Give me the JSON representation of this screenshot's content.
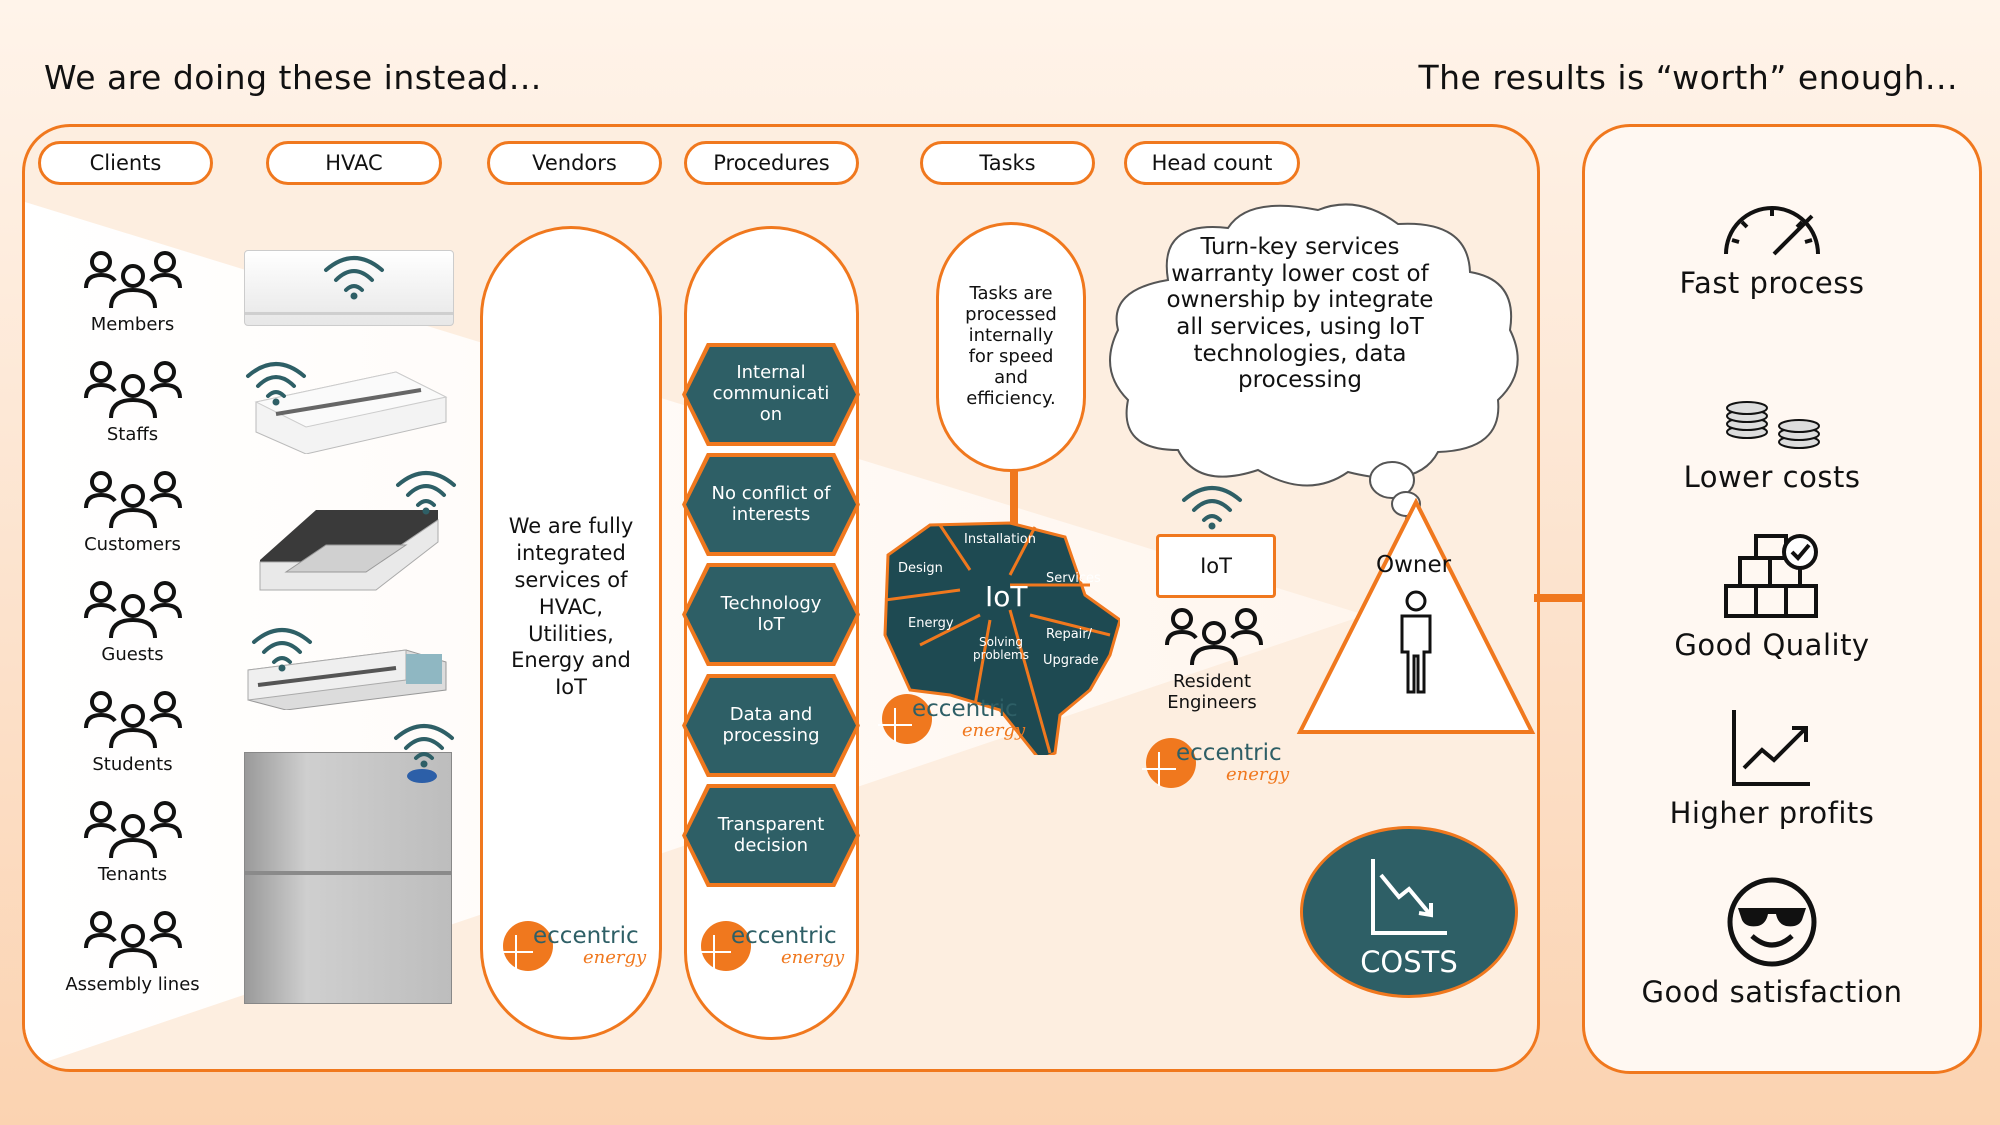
{
  "headings": {
    "left": "We are doing these instead...",
    "right": "The results is “worth” enough..."
  },
  "columns": [
    "Clients",
    "HVAC",
    "Vendors",
    "Procedures",
    "Tasks",
    "Head count"
  ],
  "clients": [
    "Members",
    "Staffs",
    "Customers",
    "Guests",
    "Students",
    "Tenants",
    "Assembly lines"
  ],
  "vendors_text": "We are fully integrated services of HVAC, Utilities, Energy and IoT",
  "procedures": [
    "Internal communicati on",
    "No conflict of interests",
    "Technology IoT",
    "Data and processing",
    "Transparent decision"
  ],
  "tasks_text": "Tasks are processed internally for speed and efficiency.",
  "iot_map": {
    "center": "IoT",
    "segments": [
      "Installation",
      "Design",
      "Services",
      "Energy",
      "Solving problems",
      "Repair/",
      "Upgrade"
    ]
  },
  "cloud_text": "Turn-key services warranty lower cost of ownership by integrate all services, using IoT technologies, data processing",
  "headcount": {
    "iot_label": "IoT",
    "engineers_label": "Resident Engineers"
  },
  "owner_label": "Owner",
  "costs_label": "COSTS",
  "logo": {
    "word1": "eccentric",
    "word2": "energy"
  },
  "results": [
    "Fast process",
    "Lower costs",
    "Good Quality",
    "Higher profits",
    "Good satisfaction"
  ],
  "colors": {
    "accent": "#f0781e",
    "teal": "#2e5f66"
  },
  "icons": [
    "wifi-icon",
    "people-icon",
    "speedometer-icon",
    "coins-icon",
    "boxes-icon",
    "chart-up-icon",
    "sunglasses-smiley-icon",
    "chart-down-icon",
    "person-icon"
  ]
}
